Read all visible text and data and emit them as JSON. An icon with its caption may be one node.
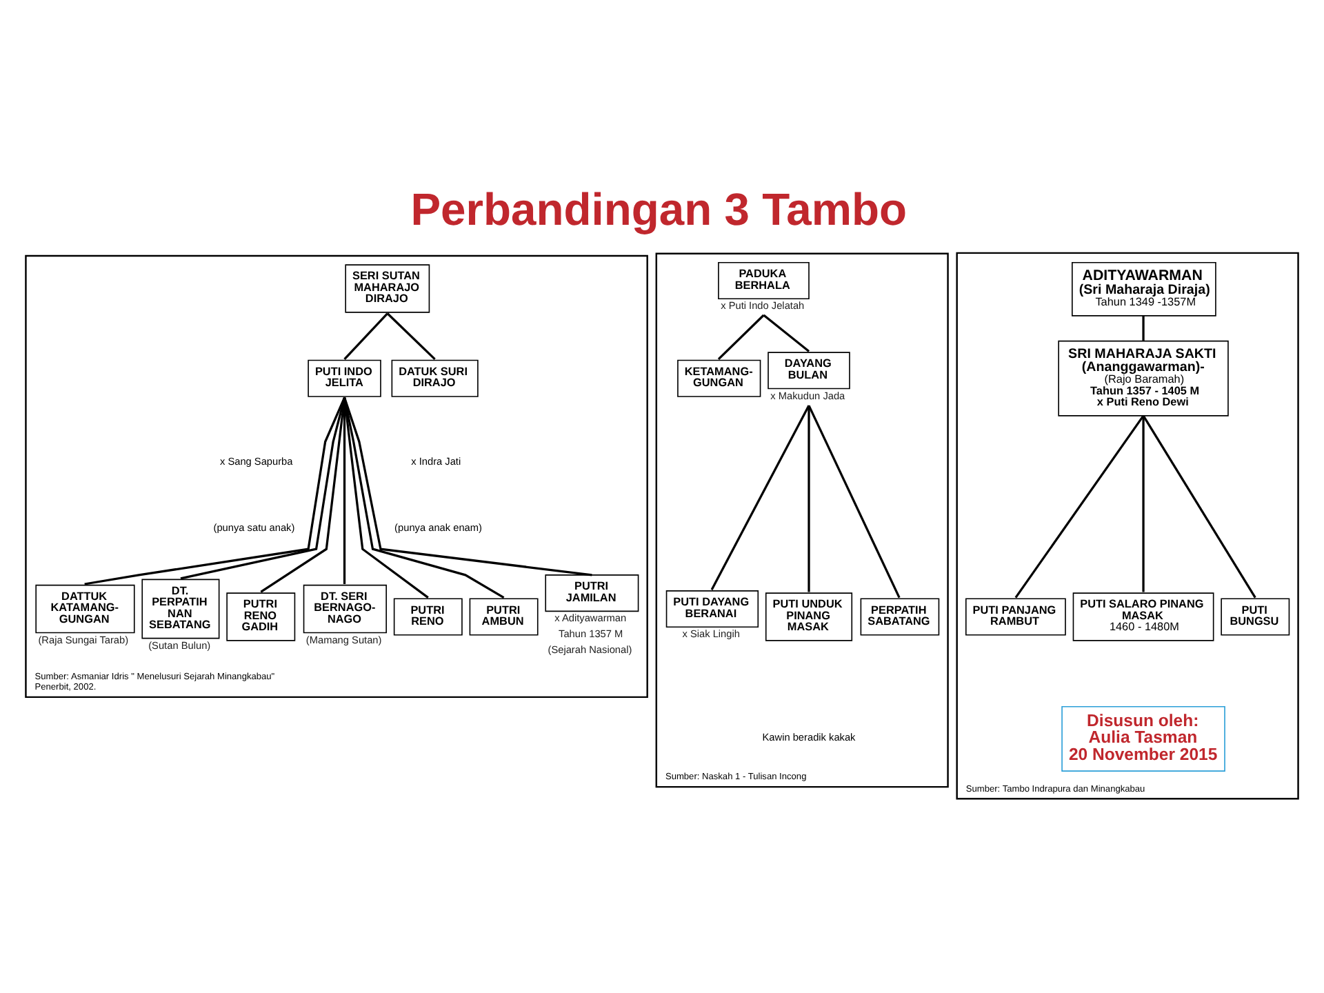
{
  "diagram": {
    "title": "Perbandingan 3 Tambo",
    "nodes": [
      {
        "text": [
          "Sumber: Asmaniar Idris \" Menelusuri Sejarah Minangkabau\"",
          "Penerbit, 2002."
        ]
      },
      {
        "text": [
          "SERI SUTAN MAHARAJO DIRAJO"
        ],
        "in": 0
      },
      {
        "text": [
          "PUTI INDO JELITA"
        ],
        "in": 0
      },
      {
        "text": [
          "DATUK SURI DIRAJO"
        ],
        "in": 0
      },
      {
        "text": [
          "DATTUK KATAMANG- GUNGAN"
        ],
        "in": 0,
        "beside": [
          "(Raja Sungai Tarab)"
        ]
      },
      {
        "text": [
          "DT. PERPATIH NAN SEBATANG"
        ],
        "in": 0,
        "beside": [
          "(Sutan Bulun)"
        ]
      },
      {
        "text": [
          "DT. SERI BERNAGO- NAGO"
        ],
        "in": 0,
        "beside": [
          "(Mamang Sutan)"
        ]
      },
      {
        "text": [
          "PUTRI AMBUN"
        ],
        "in": 0
      },
      {
        "text": [
          "PUTRI JAMILAN"
        ],
        "in": 0,
        "beside": [
          "x Adityawarman",
          "Tahun 1357 M",
          "(Sejarah Nasional)"
        ]
      },
      {
        "text": [
          "PUTRI RENO GADIH"
        ],
        "in": 0
      },
      {
        "text": [
          "PUTRI RENO"
        ],
        "in": 0
      },
      {
        "text": [
          "Sumber: Naskah 1 - Tulisan Incong"
        ]
      },
      {
        "text": [
          "PADUKA BERHALA"
        ],
        "in": 11,
        "beside": [
          "x Puti Indo Jelatah"
        ]
      },
      {
        "text": [
          "KETAMANG- GUNGAN"
        ],
        "in": 11
      },
      {
        "text": [
          "DAYANG BULAN"
        ],
        "in": 11,
        "beside": [
          "x Makudun Jada"
        ]
      },
      {
        "text": [
          "PUTI DAYANG BERANAI"
        ],
        "in": 11,
        "beside": [
          "x Siak Lingih"
        ]
      },
      {
        "text": [
          "PUTI UNDUK PINANG MASAK"
        ],
        "in": 11
      },
      {
        "text": [
          "PERPATIH SABATANG"
        ],
        "in": 11
      },
      {
        "text": [
          "Sumber: Tambo Indrapura dan Minangkabau"
        ]
      },
      {
        "text": [
          "ADITYAWARMAN",
          "(Sri Maharaja Diraja)",
          "Tahun 1349 -1357M"
        ],
        "in": 18
      },
      {
        "text": [
          "SRI MAHARAJA SAKTI",
          "(Ananggawarman)-",
          "(Rajo Baramah)",
          "Tahun 1357 - 1405 M",
          "x Puti Reno Dewi"
        ],
        "in": 18
      },
      {
        "text": [
          "PUTI PANJANG RAMBUT"
        ],
        "in": 18
      },
      {
        "text": [
          "PUTI SALARO PINANG MASAK",
          "1460 - 1480M"
        ],
        "in": 18
      },
      {
        "text": [
          "PUTI BUNGSU"
        ],
        "in": 18
      },
      {
        "text": [
          "Disusun oleh:",
          "Aulia Tasman",
          "20 November 2015"
        ],
        "in": 18
      }
    ],
    "edges": [
      {
        "from": 1,
        "to": 2,
        "arrow": "none"
      },
      {
        "from": 1,
        "to": 3,
        "arrow": "none"
      },
      {
        "from": 2,
        "to": 4,
        "arrow": "none"
      },
      {
        "from": 2,
        "to": 5,
        "arrow": "none"
      },
      {
        "from": 2,
        "to": 9,
        "arrow": "none"
      },
      {
        "from": 2,
        "to": 6,
        "arrow": "none"
      },
      {
        "from": 2,
        "to": 10,
        "arrow": "none"
      },
      {
        "from": 2,
        "to": 7,
        "arrow": "none"
      },
      {
        "from": 2,
        "to": 8,
        "arrow": "none"
      },
      {
        "from": 12,
        "to": 13,
        "arrow": "none"
      },
      {
        "from": 12,
        "to": 14,
        "arrow": "none"
      },
      {
        "from": 14,
        "to": 15,
        "arrow": "none"
      },
      {
        "from": 14,
        "to": 16,
        "arrow": "none"
      },
      {
        "from": 14,
        "to": 17,
        "arrow": "none"
      },
      {
        "from": 19,
        "to": 20,
        "arrow": "none"
      },
      {
        "from": 20,
        "to": 21,
        "arrow": "none"
      },
      {
        "from": 20,
        "to": 22,
        "arrow": "none"
      },
      {
        "from": 20,
        "to": 23,
        "arrow": "none"
      }
    ],
    "labels": [
      "x Sang Sapurba",
      "(punya satu anak)",
      "x Indra Jati",
      "(punya anak enam)",
      "Kawin beradik kakak"
    ]
  }
}
